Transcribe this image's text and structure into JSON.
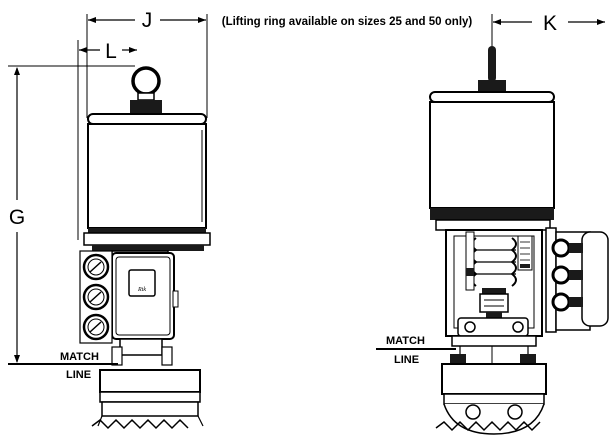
{
  "dimensions": {
    "j": "J",
    "k": "K",
    "l": "L",
    "g": "G"
  },
  "note": "(Lifting ring available on sizes 25 and 50 only)",
  "match_line": {
    "left_top": "MATCH",
    "left_bottom": "LINE",
    "right_top": "MATCH",
    "right_bottom": "LINE"
  },
  "logo": "Rtk"
}
